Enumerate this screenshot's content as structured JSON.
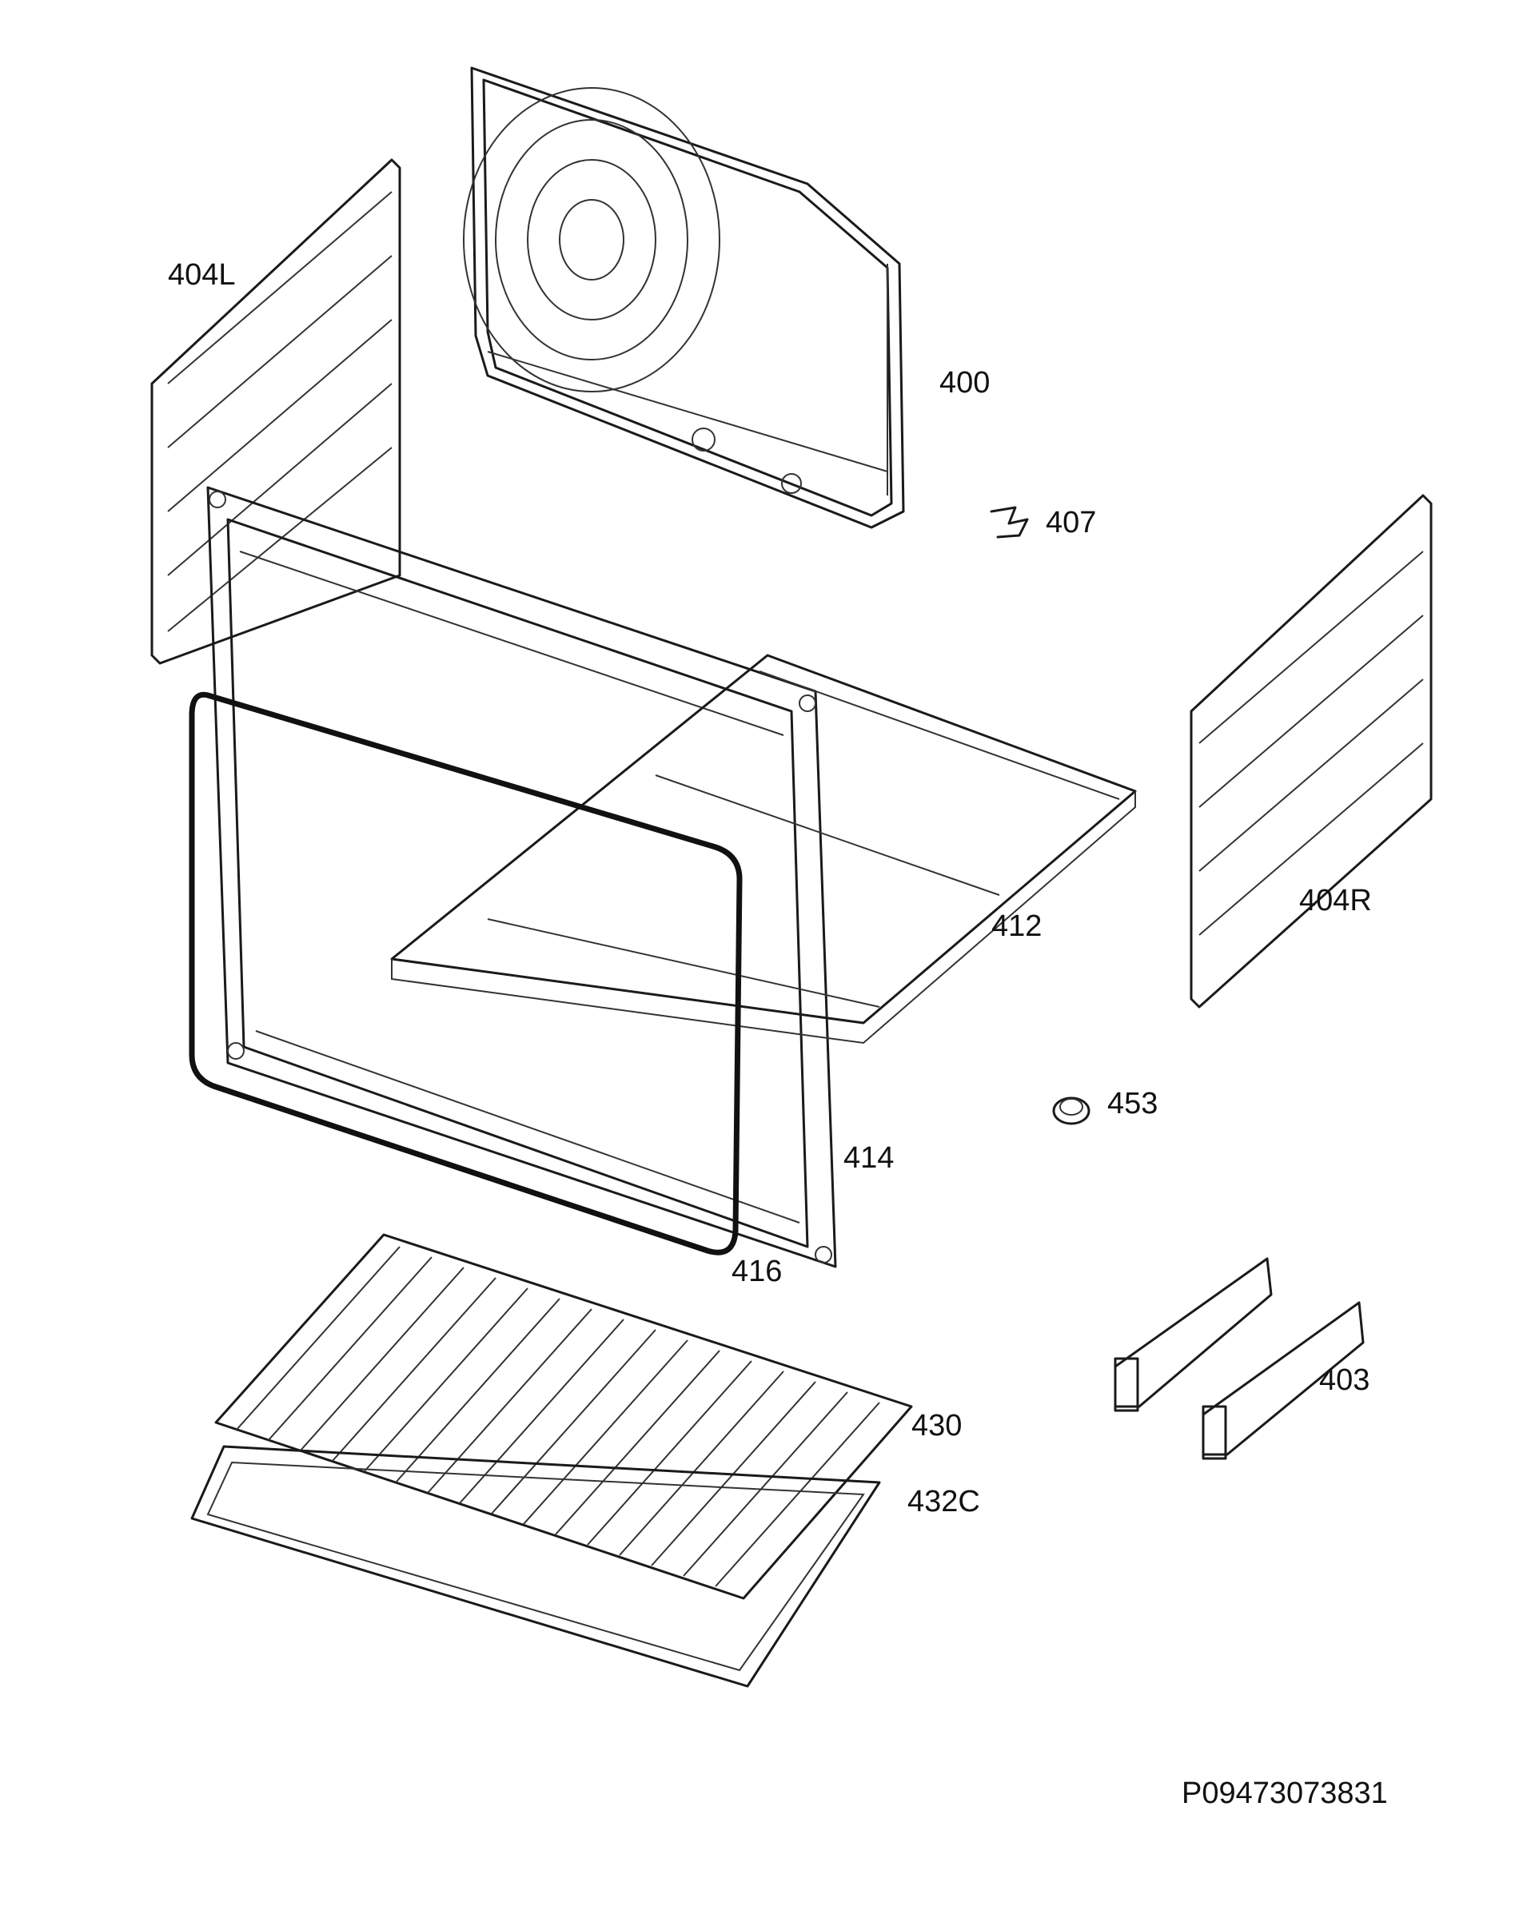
{
  "labels": {
    "l400": "400",
    "l403": "403",
    "l404L": "404L",
    "l404R": "404R",
    "l407": "407",
    "l412": "412",
    "l414": "414",
    "l416": "416",
    "l430": "430",
    "l432C": "432C",
    "l453": "453"
  },
  "doc_id": "P09473073831",
  "colors": {
    "line": "#1a1a1a",
    "background": "#ffffff"
  }
}
